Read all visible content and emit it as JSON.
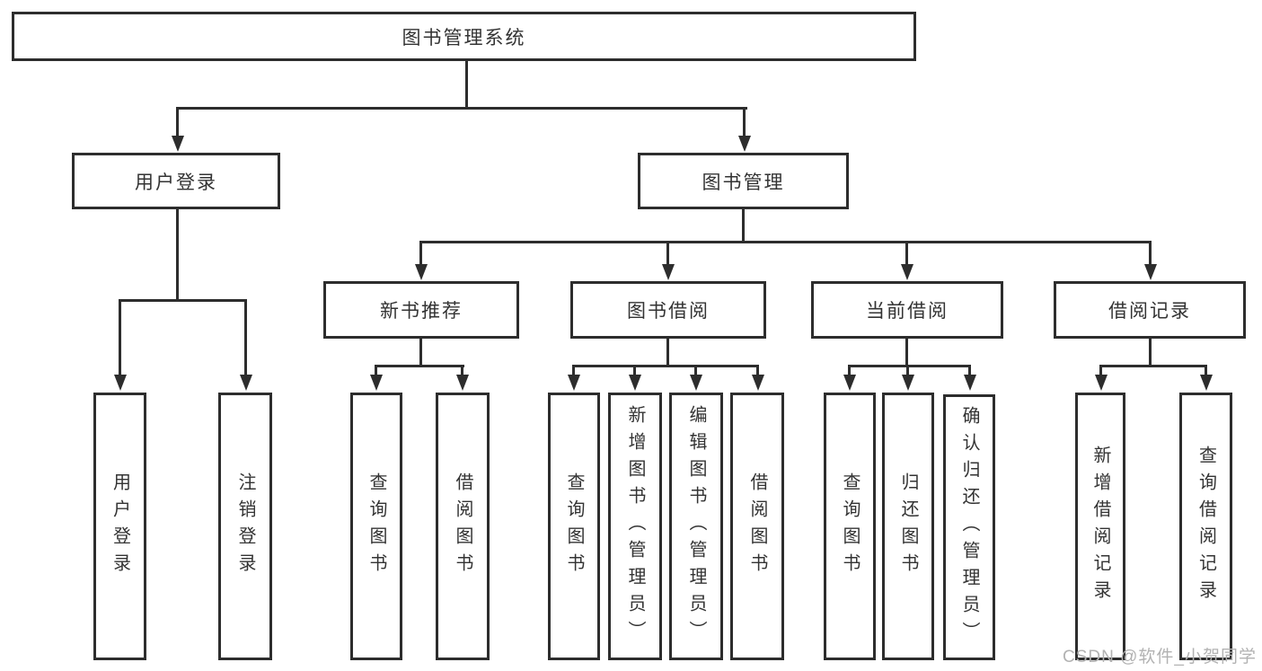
{
  "diagram": {
    "title": "图书管理系统",
    "line_color": "#2d2d2d",
    "text_color": "#333333",
    "root": {
      "label": "图书管理系统"
    },
    "level2": [
      {
        "label": "用户登录"
      },
      {
        "label": "图书管理"
      }
    ],
    "level3": [
      {
        "label": "新书推荐"
      },
      {
        "label": "图书借阅"
      },
      {
        "label": "当前借阅"
      },
      {
        "label": "借阅记录"
      }
    ],
    "leaves": {
      "user_login": [
        "用户登录",
        "注销登录"
      ],
      "new_books": [
        "查询图书",
        "借阅图书"
      ],
      "book_borrow": [
        "查询图书",
        "新增图书（管理员）",
        "编辑图书（管理员）",
        "借阅图书"
      ],
      "current_borrow": [
        "查询图书",
        "归还图书",
        "确认归还（管理员）"
      ],
      "borrow_records": [
        "新增借阅记录",
        "查询借阅记录"
      ]
    }
  },
  "watermark": {
    "text": "CSDN @软件_小贺同学",
    "color": "#b2b2b2"
  }
}
